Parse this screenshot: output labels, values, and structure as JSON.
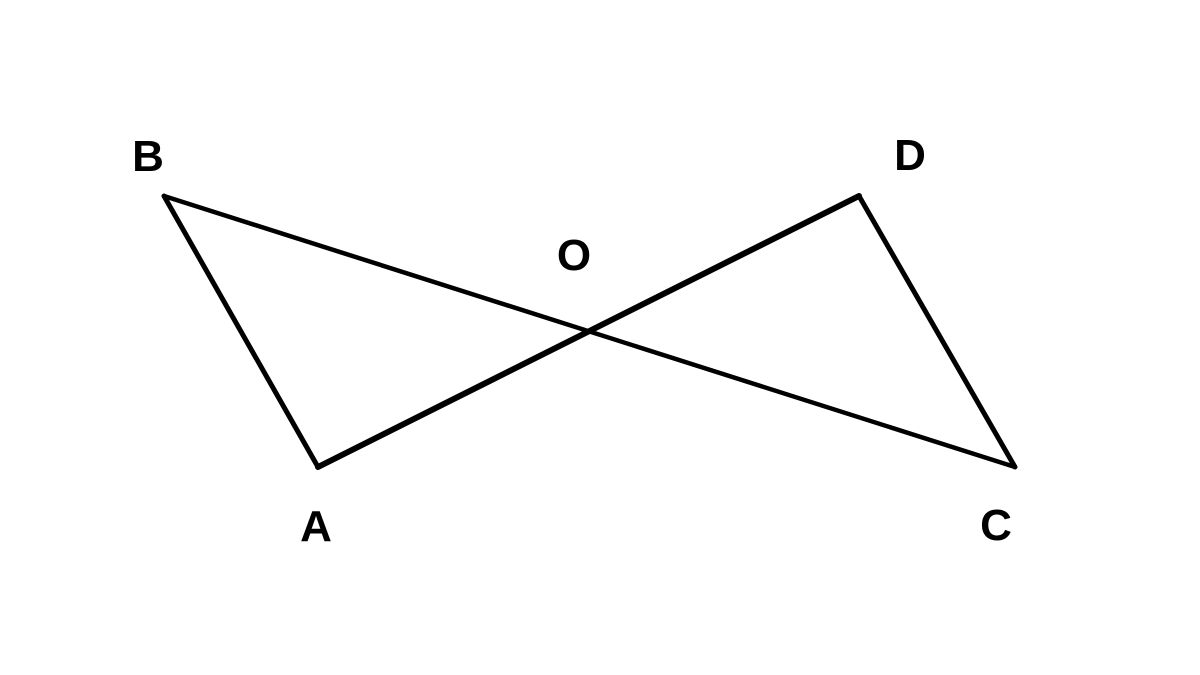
{
  "diagram": {
    "colors": {
      "background": "#ffffff",
      "line": "#000000",
      "label": "#000000"
    },
    "points": {
      "A": "A",
      "B": "B",
      "C": "C",
      "D": "D",
      "O": "O"
    },
    "segments": [
      "AB",
      "BC",
      "CD",
      "DA"
    ]
  }
}
